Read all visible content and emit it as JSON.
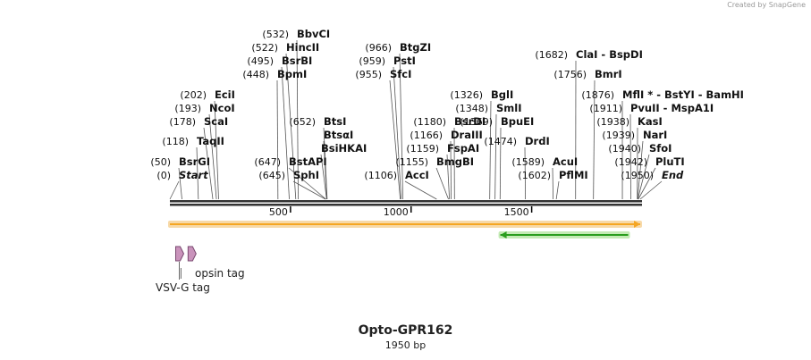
{
  "brand": "Created by SnapGene",
  "title": "Opto-GPR162",
  "length_label": "1950 bp",
  "sequence_length": 1950,
  "colors": {
    "backbone": "#333333",
    "feature_orange": "#f5a623",
    "feature_orange_glow": "#f7d9a8",
    "feature_green": "#2a9d1e",
    "feature_green_glow": "#c4eab5",
    "tag_fill": "#c993bb",
    "tag_stroke": "#7a4a70"
  },
  "ruler": [
    {
      "pos": 500,
      "label": "500"
    },
    {
      "pos": 1000,
      "label": "1000"
    },
    {
      "pos": 1500,
      "label": "1500"
    }
  ],
  "sites": [
    {
      "name": "Start",
      "pos_label": "(0)",
      "pos": 0,
      "italic": true
    },
    {
      "name": "BsrGI",
      "pos_label": "(50)",
      "pos": 50
    },
    {
      "name": "TaqII",
      "pos_label": "(118)",
      "pos": 118
    },
    {
      "name": "ScaI",
      "pos_label": "(178)",
      "pos": 178
    },
    {
      "name": "NcoI",
      "pos_label": "(193)",
      "pos": 193
    },
    {
      "name": "EciI",
      "pos_label": "(202)",
      "pos": 202
    },
    {
      "name": "BpmI",
      "pos_label": "(448)",
      "pos": 448
    },
    {
      "name": "BsrBI",
      "pos_label": "(495)",
      "pos": 495
    },
    {
      "name": "HincII",
      "pos_label": "(522)",
      "pos": 522
    },
    {
      "name": "BbvCI",
      "pos_label": "(532)",
      "pos": 532
    },
    {
      "name": "SphI",
      "pos_label": "(645)",
      "pos": 645
    },
    {
      "name": "BstAPI",
      "pos_label": "(647)",
      "pos": 647
    },
    {
      "name": "BsiHKAI",
      "pos_label": "",
      "pos": 650
    },
    {
      "name": "BtsαI",
      "pos_label": "",
      "pos": 651
    },
    {
      "name": "BtsI",
      "pos_label": "(652)",
      "pos": 652
    },
    {
      "name": "SfcI",
      "pos_label": "(955)",
      "pos": 955
    },
    {
      "name": "PstI",
      "pos_label": "(959)",
      "pos": 959
    },
    {
      "name": "BtgZI",
      "pos_label": "(966)",
      "pos": 966
    },
    {
      "name": "AccI",
      "pos_label": "(1106)",
      "pos": 1106
    },
    {
      "name": "BmgBI",
      "pos_label": "(1155)",
      "pos": 1155
    },
    {
      "name": "FspAI",
      "pos_label": "(1159)",
      "pos": 1159
    },
    {
      "name": "DraIII",
      "pos_label": "(1166)",
      "pos": 1166
    },
    {
      "name": "BsrDI",
      "pos_label": "(1180)",
      "pos": 1180
    },
    {
      "name": "BglI",
      "pos_label": "(1326)",
      "pos": 1326
    },
    {
      "name": "SmlI",
      "pos_label": "(1348)",
      "pos": 1348
    },
    {
      "name": "BpuEI",
      "pos_label": "(1369)",
      "pos": 1369
    },
    {
      "name": "DrdI",
      "pos_label": "(1474)",
      "pos": 1474
    },
    {
      "name": "AcuI",
      "pos_label": "(1589)",
      "pos": 1589
    },
    {
      "name": "PflMI",
      "pos_label": "(1602)",
      "pos": 1602
    },
    {
      "name": "ClaI  -  BspDI",
      "pos_label": "(1682)",
      "pos": 1682
    },
    {
      "name": "BmrI",
      "pos_label": "(1756)",
      "pos": 1756
    },
    {
      "name": "MflI * - BstYI  - BamHI",
      "pos_label": "(1876)",
      "pos": 1876
    },
    {
      "name": "PvuII  - MspA1I",
      "pos_label": "(1911)",
      "pos": 1911
    },
    {
      "name": "KasI",
      "pos_label": "(1938)",
      "pos": 1938
    },
    {
      "name": "NarI",
      "pos_label": "(1939)",
      "pos": 1939
    },
    {
      "name": "SfoI",
      "pos_label": "(1940)",
      "pos": 1940
    },
    {
      "name": "PluTI",
      "pos_label": "(1942)",
      "pos": 1942
    },
    {
      "name": "End",
      "pos_label": "(1950)",
      "pos": 1950,
      "italic": true
    }
  ],
  "features": [
    {
      "name": "",
      "start": 0,
      "end": 1950,
      "direction": "forward",
      "color": "orange"
    },
    {
      "name": "",
      "start": 1370,
      "end": 1900,
      "direction": "reverse",
      "color": "green"
    }
  ],
  "tags": [
    {
      "name": "VSV-G tag",
      "start": 50,
      "end": 80
    },
    {
      "name": "opsin tag",
      "start": 105,
      "end": 140
    }
  ]
}
